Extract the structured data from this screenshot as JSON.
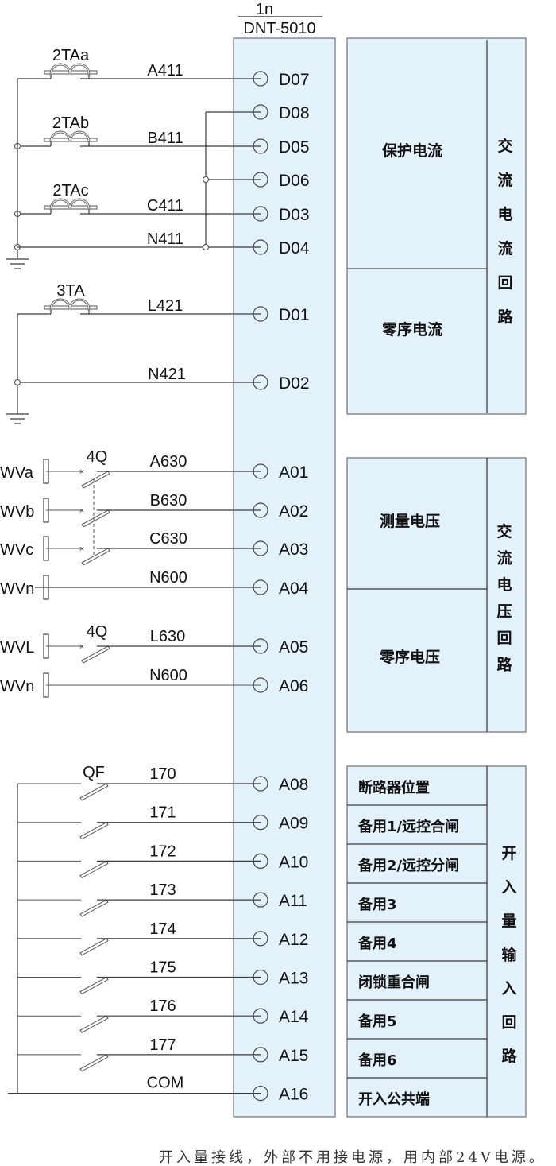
{
  "device": {
    "designation": "1n",
    "model": "DNT-5010",
    "panel_color": "#e3f1fb"
  },
  "current_circuit": {
    "cts": [
      {
        "name": "2TAa",
        "wire": "A411",
        "terminal": "D07"
      },
      {
        "name": "2TAb",
        "wire": "B411",
        "terminal": "D05"
      },
      {
        "name": "2TAc",
        "wire": "C411",
        "terminal": "D03"
      }
    ],
    "neutral": {
      "wire": "N411",
      "terminal": "D04"
    },
    "star_terminals": [
      "D08",
      "D06"
    ],
    "zero_seq_ct": {
      "name": "3TA",
      "wire": "L421",
      "terminal": "D01"
    },
    "zero_seq_neutral": {
      "wire": "N421",
      "terminal": "D02"
    }
  },
  "voltage_circuit": {
    "breaker_label": "4Q",
    "phases": [
      {
        "bus": "WVa",
        "wire": "A630",
        "terminal": "A01"
      },
      {
        "bus": "WVb",
        "wire": "B630",
        "terminal": "A02"
      },
      {
        "bus": "WVc",
        "wire": "C630",
        "terminal": "A03"
      },
      {
        "bus": "WVn",
        "wire": "N600",
        "terminal": "A04"
      }
    ],
    "zero_seq_breaker_label": "4Q",
    "zero_seq": [
      {
        "bus": "WVL",
        "wire": "L630",
        "terminal": "A05"
      },
      {
        "bus": "WVn",
        "wire": "N600",
        "terminal": "A06"
      }
    ]
  },
  "binary_inputs": {
    "first_switch_label": "QF",
    "inputs": [
      {
        "wire": "170",
        "terminal": "A08",
        "function": "断路器位置"
      },
      {
        "wire": "171",
        "terminal": "A09",
        "function": "备用1/远控合闸"
      },
      {
        "wire": "172",
        "terminal": "A10",
        "function": "备用2/远控分闸"
      },
      {
        "wire": "173",
        "terminal": "A11",
        "function": "备用3"
      },
      {
        "wire": "174",
        "terminal": "A12",
        "function": "备用4"
      },
      {
        "wire": "175",
        "terminal": "A13",
        "function": "闭锁重合闸"
      },
      {
        "wire": "176",
        "terminal": "A14",
        "function": "备用5"
      },
      {
        "wire": "177",
        "terminal": "A15",
        "function": "备用6"
      }
    ],
    "common": {
      "wire": "COM",
      "terminal": "A16",
      "function": "开入公共端"
    }
  },
  "legend_groups": {
    "ac_current": {
      "title": "交流电流回路",
      "rows": [
        "保护电流",
        "零序电流"
      ]
    },
    "ac_voltage": {
      "title": "交流电压回路",
      "rows": [
        "测量电压",
        "零序电压"
      ]
    },
    "binary": {
      "title": "开入量输入回路"
    }
  },
  "footnote": "开入量接线，外部不用接电源，用内部24V电源。"
}
